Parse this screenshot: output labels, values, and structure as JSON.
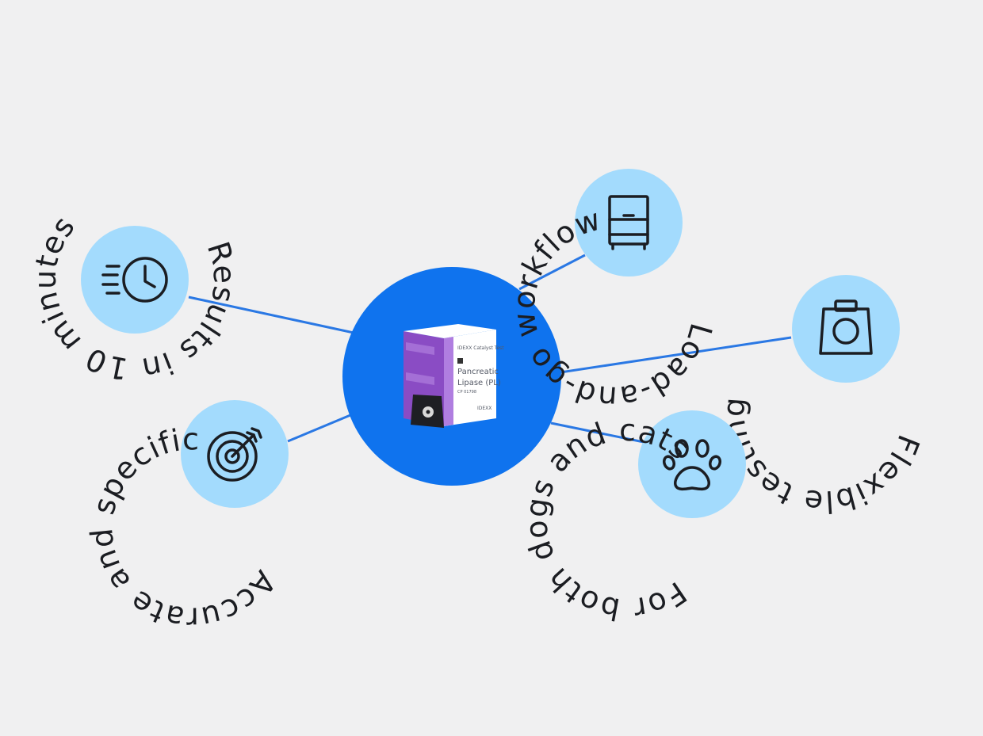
{
  "colors": {
    "background": "#f0f0f1",
    "hub": "#0f73ee",
    "node": "#a3dbfd",
    "connector": "#2a78e4",
    "ink": "#1b1d22",
    "package_purple": "#8a4cc4"
  },
  "hub": {
    "icon": "test-kit-package-icon",
    "package": {
      "header": "IDEXX Catalyst Test",
      "name_line1": "Pancreatic",
      "name_line2": "Lipase (PL)",
      "code": "CP 01798",
      "brand": "IDEXX"
    }
  },
  "features": [
    {
      "id": "results",
      "label": "Results in 10 minutes",
      "icon": "fast-clock-icon"
    },
    {
      "id": "accurate",
      "label": "Accurate and specific",
      "icon": "target-arrow-icon"
    },
    {
      "id": "load",
      "label": "Load-and-go workflow",
      "icon": "analyzer-icon"
    },
    {
      "id": "flexible",
      "label": "Flexible testing",
      "icon": "test-slide-icon"
    },
    {
      "id": "species",
      "label": "For both dogs and cats",
      "icon": "paw-icon"
    }
  ]
}
